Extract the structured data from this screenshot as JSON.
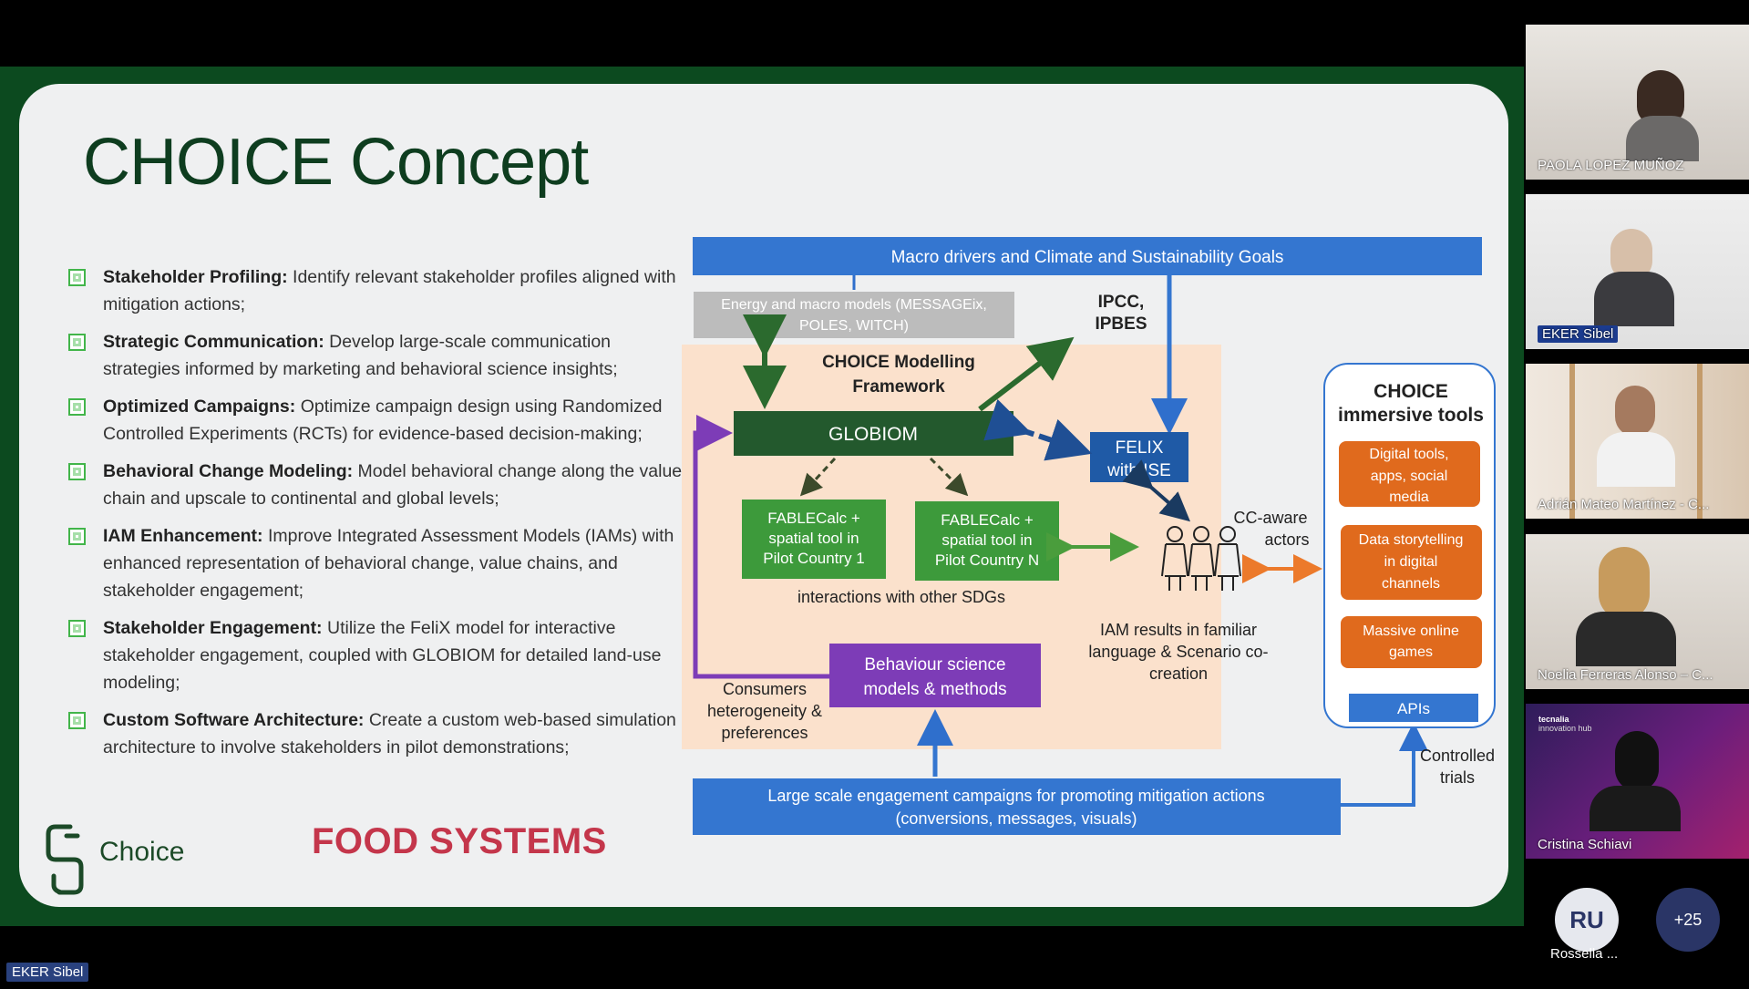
{
  "slide": {
    "title": "CHOICE Concept",
    "bullets": [
      {
        "head": "Stakeholder Profiling:",
        "text": " Identify relevant stakeholder profiles aligned with mitigation actions;"
      },
      {
        "head": "Strategic Communication:",
        "text": " Develop large-scale communication strategies informed  by marketing and behavioral science insights;"
      },
      {
        "head": "Optimized Campaigns:",
        "text": " Optimize campaign design using Randomized Controlled Experiments (RCTs) for evidence-based decision-making;"
      },
      {
        "head": "Behavioral Change Modeling:",
        "text": " Model behavioral change along the value chain and upscale to continental and global levels;"
      },
      {
        "head": "IAM Enhancement:",
        "text": " Improve Integrated Assessment Models (IAMs) with enhanced representation of behavioral change, value chains, and stakeholder engagement;"
      },
      {
        "head": "Stakeholder Engagement:",
        "text": " Utilize the FeliX model for interactive stakeholder engagement, coupled with GLOBIOM for detailed land-use modeling;"
      },
      {
        "head": "Custom Software Architecture:",
        "text": " Create a custom web-based simulation architecture to involve stakeholders in pilot demonstrations;"
      }
    ],
    "logo_text": "Choice",
    "food_systems": "FOOD SYSTEMS",
    "diagram": {
      "macro": "Macro drivers and Climate and Sustainability Goals",
      "energy_1": "Energy and macro models (MESSAGEix,",
      "energy_2": "POLES, WITCH)",
      "ipcc_1": "IPCC,",
      "ipcc_2": "IPBES",
      "framework_1": "CHOICE Modelling",
      "framework_2": "Framework",
      "globiom": "GLOBIOM",
      "felix_1": "FELIX",
      "felix_2": "with ISE",
      "fable1_1": "FABLECalc +",
      "fable1_2": "spatial tool in",
      "fable1_3": "Pilot Country 1",
      "fableN_1": "FABLECalc +",
      "fableN_2": "spatial tool in",
      "fableN_3": "Pilot Country N",
      "sdgs": "interactions with other SDGs",
      "cc_1": "CC-aware",
      "cc_2": "actors",
      "iam_1": "IAM results in familiar",
      "iam_2": "language & Scenario co-",
      "iam_3": "creation",
      "behaviour_1": "Behaviour science",
      "behaviour_2": "models & methods",
      "consumers_1": "Consumers",
      "consumers_2": "heterogeneity &",
      "consumers_3": "preferences",
      "tools_1": "CHOICE",
      "tools_2": "immersive tools",
      "tool1_1": "Digital tools,",
      "tool1_2": "apps, social",
      "tool1_3": "media",
      "tool2_1": "Data storytelling",
      "tool2_2": "in digital",
      "tool2_3": "channels",
      "tool3_1": "Massive online",
      "tool3_2": "games",
      "apis": "APIs",
      "controlled_1": "Controlled",
      "controlled_2": "trials",
      "campaign_1": "Large scale engagement campaigns for promoting mitigation actions",
      "campaign_2": "(conversions, messages, visuals)"
    }
  },
  "participants": [
    {
      "name": "PAOLA LOPEZ MUÑOZ"
    },
    {
      "name": "EKER Sibel"
    },
    {
      "name": "Adrián Mateo Martínez - C..."
    },
    {
      "name": "Noelia Ferreras Alonso – C..."
    },
    {
      "name": "Cristina Schiavi",
      "hub_1": "tecnalia",
      "hub_2": "innovation hub"
    }
  ],
  "extra": {
    "avatar_initials": "RU",
    "avatar_name": "Rossella ...",
    "more_count": "+25"
  },
  "presenter_label": "EKER Sibel",
  "colors": {
    "slide_green": "#0c4a1f",
    "blue_bar": "#3476d0",
    "dark_green": "#23592d",
    "green_box": "#3d9a3b",
    "purple": "#7d3cb7",
    "orange": "#e06a1d",
    "felix_blue": "#1f5aa6",
    "peach": "#fbe1cc",
    "food_red": "#c4364b"
  }
}
